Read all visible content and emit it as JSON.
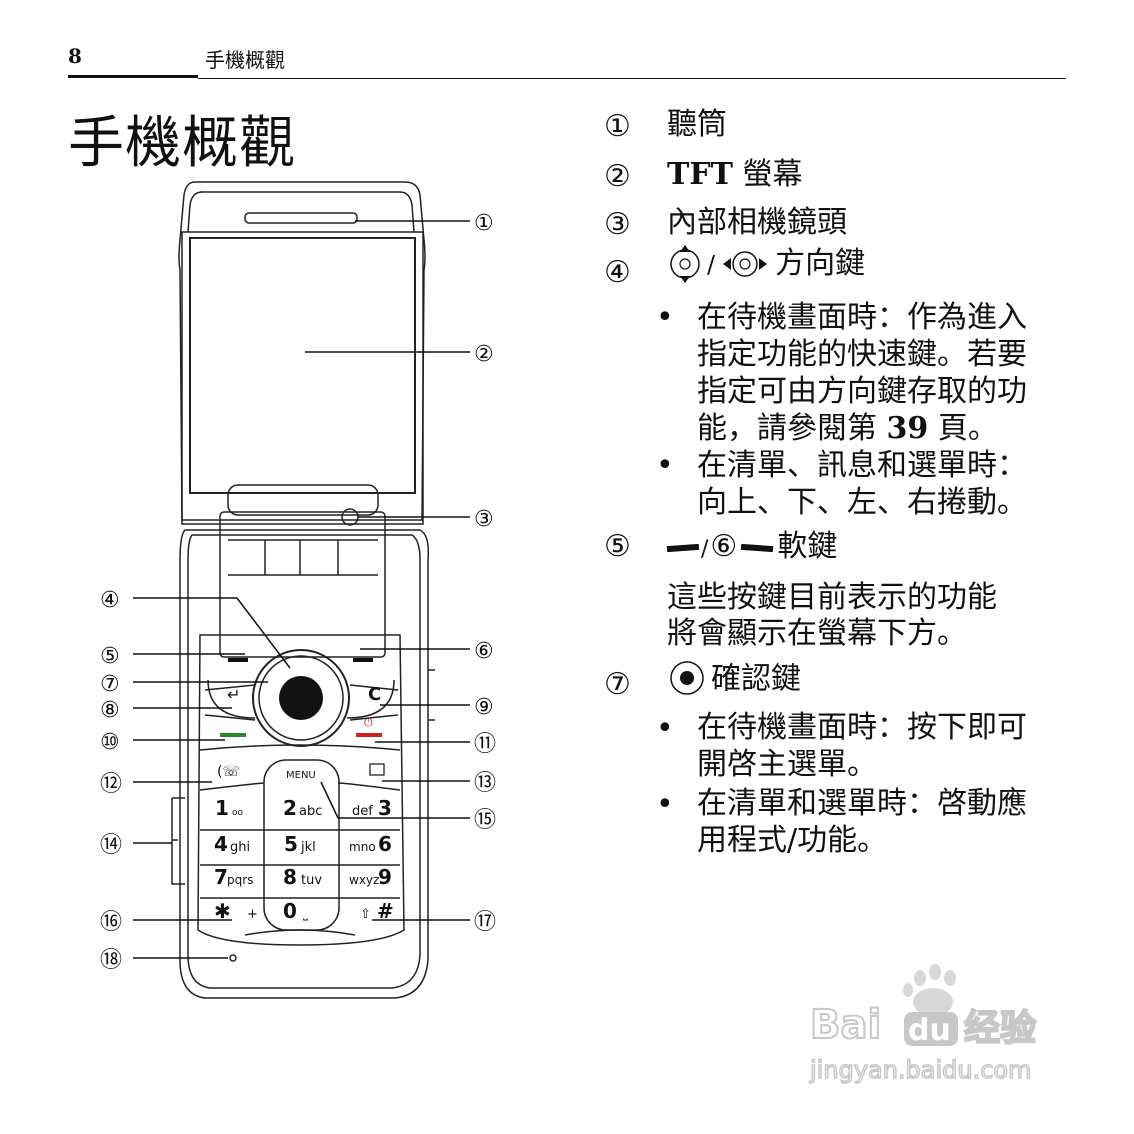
{
  "page_number": "8",
  "running_header": "手機概觀",
  "title": "手機概觀",
  "callout_numbers": [
    "①",
    "②",
    "③",
    "④",
    "⑤",
    "⑥",
    "⑦",
    "⑧",
    "⑨",
    "⑩",
    "⑪",
    "⑫",
    "⑬",
    "⑭",
    "⑮",
    "⑯",
    "⑰",
    "⑱"
  ],
  "keypad": {
    "menu": "MENU",
    "k1": "1",
    "k1s": "ᴏᴏ",
    "k2": "2",
    "k2s": "abc",
    "k3": "3",
    "k3s": "def",
    "k4": "4",
    "k4s": "ghi",
    "k5": "5",
    "k5s": "jkl",
    "k6": "6",
    "k6s": "mno",
    "k7": "7",
    "k7s": "pqrs",
    "k8": "8",
    "k8s": "tuv",
    "k9": "9",
    "k9s": "wxyz",
    "kstar": "✱",
    "kstars": "+",
    "k0": "0",
    "k0s": "⎵",
    "khash": "#",
    "khashs": "⇧",
    "clear": "C"
  },
  "legend": {
    "item1": {
      "num": "①",
      "text": "聽筒"
    },
    "item2": {
      "num": "②",
      "bold": "TFT",
      "text": " 螢幕"
    },
    "item3": {
      "num": "③",
      "text": "內部相機鏡頭"
    },
    "item4": {
      "num": "④",
      "sep": "/",
      "text": "方向鍵"
    },
    "item4_bullets": [
      "在待機畫面時：作為進入指定功能的快速鍵。若要指定可由方向鍵存取的功能，請參閱第 39 頁。",
      "在清單、訊息和選單時：向上、下、左、右捲動。"
    ],
    "item4_b1_lines": [
      "在待機畫面時：作為進入",
      "指定功能的快速鍵。若要",
      "指定可由方向鍵存取的功"
    ],
    "item4_b1_last_pre": "能，請參閱第 ",
    "item4_b1_last_num": "39",
    "item4_b1_last_post": " 頁。",
    "item4_b2_lines": [
      "在清單、訊息和選單時：",
      "向上、下、左、右捲動。"
    ],
    "item56": {
      "num5": "⑤",
      "sep": "/",
      "num6": "⑥",
      "text": "軟鍵"
    },
    "item56_para_lines": [
      "這些按鍵目前表示的功能",
      "將會顯示在螢幕下方。"
    ],
    "item7": {
      "num": "⑦",
      "text": "確認鍵"
    },
    "item7_b1_lines": [
      "在待機畫面時：按下即可",
      "開啓主選單。"
    ],
    "item7_b2_lines": [
      "在清單和選單時：啓動應",
      "用程式/功能。"
    ],
    "bullet": "•"
  },
  "watermark": {
    "brand_a": "Bai",
    "brand_b": "du",
    "brand_c": "经验",
    "url": "jingyan.baidu.com"
  }
}
